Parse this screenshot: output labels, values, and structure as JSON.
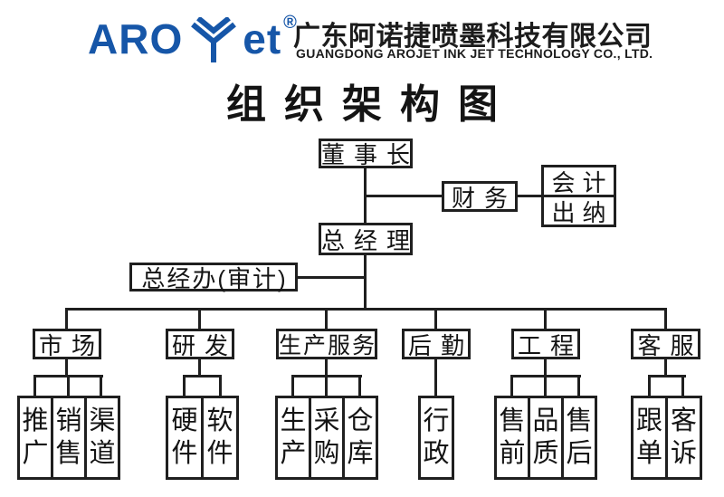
{
  "header": {
    "logo": {
      "word_left": "ARO",
      "word_right": "et",
      "reg_mark": "®",
      "color": "#1656a8",
      "icon": "arojet-chevron-leaf-icon"
    },
    "company_name_cn": "广东阿诺捷喷墨科技有限公司",
    "company_name_en": "GUANGDONG AROJET INK JET TECHNOLOGY CO., LTD."
  },
  "title": "组织架构图",
  "chart": {
    "line_color": "#1f1f1f",
    "nodes": {
      "chairman": "董事长",
      "finance": "财务",
      "accounting": "会计",
      "cashier": "出纳",
      "general_manager": "总经理",
      "gm_office": "总经办(审计)"
    },
    "departments": [
      {
        "label": "市场",
        "children": [
          "推广",
          "销售",
          "渠道"
        ]
      },
      {
        "label": "研发",
        "children": [
          "硬件",
          "软件"
        ]
      },
      {
        "label": "生产服务",
        "children": [
          "生产",
          "采购",
          "仓库"
        ]
      },
      {
        "label": "后勤",
        "children": [
          "行政"
        ]
      },
      {
        "label": "工程",
        "children": [
          "售前",
          "品质",
          "售后"
        ]
      },
      {
        "label": "客服",
        "children": [
          "跟单",
          "客诉"
        ]
      }
    ]
  }
}
